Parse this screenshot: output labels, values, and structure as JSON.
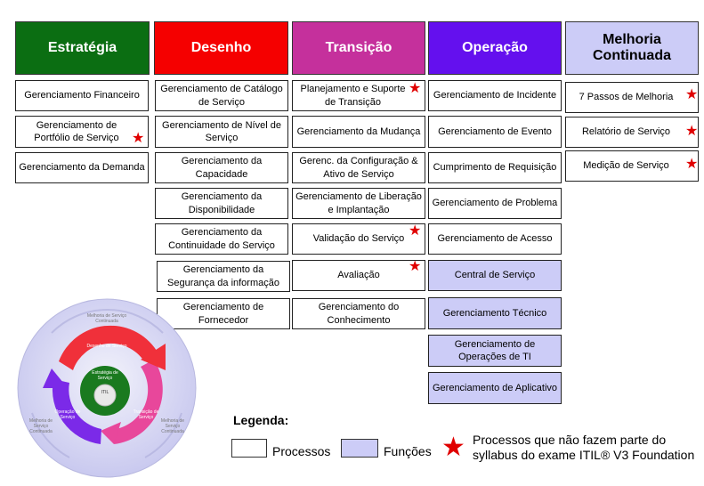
{
  "columns": [
    {
      "title": "Estratégia",
      "color": "#0b6e12"
    },
    {
      "title": "Desenho",
      "color": "#f50000"
    },
    {
      "title": "Transição",
      "color": "#c5309c"
    },
    {
      "title": "Operação",
      "color": "#6410ee"
    },
    {
      "title": "Melhoria Continuada",
      "color": "#ccccf7"
    }
  ],
  "estrategia": [
    "Gerenciamento Financeiro",
    "Gerenciamento de Portfólio de Serviço",
    "Gerenciamento da Demanda"
  ],
  "desenho": [
    "Gerenciamento de Catálogo de Serviço",
    "Gerenciamento de Nível de Serviço",
    "Gerenciamento da Capacidade",
    "Gerenciamento da Disponibilidade",
    "Gerenciamento da Continuidade do Serviço",
    "Gerenciamento da Segurança da informação",
    "Gerenciamento de Fornecedor"
  ],
  "transicao": [
    "Planejamento e Suporte de Transição",
    "Gerenciamento da Mudança",
    "Gerenc. da Configuração & Ativo de Serviço",
    "Gerenciamento de Liberação e Implantação",
    "Validação do Serviço",
    "Avaliação",
    "Gerenciamento do Conhecimento"
  ],
  "operacao": [
    "Gerenciamento de Incidente",
    "Gerenciamento de Evento",
    "Cumprimento de Requisição",
    "Gerenciamento de Problema",
    "Gerenciamento de Acesso",
    "Central de Serviço",
    "Gerenciamento Técnico",
    "Gerenciamento de Operações de TI",
    "Gerenciamento de Aplicativo"
  ],
  "melhoria": [
    "7 Passos de Melhoria",
    "Relatório de Serviço",
    "Medição de Serviço"
  ],
  "wheel": {
    "melhoria_top": "Melhoria de Serviço Continuada",
    "desenho": "Desenho de Serviço",
    "estrategia": "Estratégia de Serviço",
    "itil": "ITIL",
    "operacao": "Operação de Serviço",
    "transicao": "Transição de Serviço",
    "melhoria_left": "Melhoria de Serviço Continuada",
    "melhoria_right": "Melhoria de Serviço Continuada"
  },
  "legend": {
    "title": "Legenda:",
    "processos": "Processos",
    "funcoes": "Funções",
    "star_note": "Processos que não fazem parte do syllabus do exame ITIL® V3 Foundation",
    "process_color": "#ffffff",
    "function_color": "#ccccf7",
    "star_color": "#e00000"
  }
}
